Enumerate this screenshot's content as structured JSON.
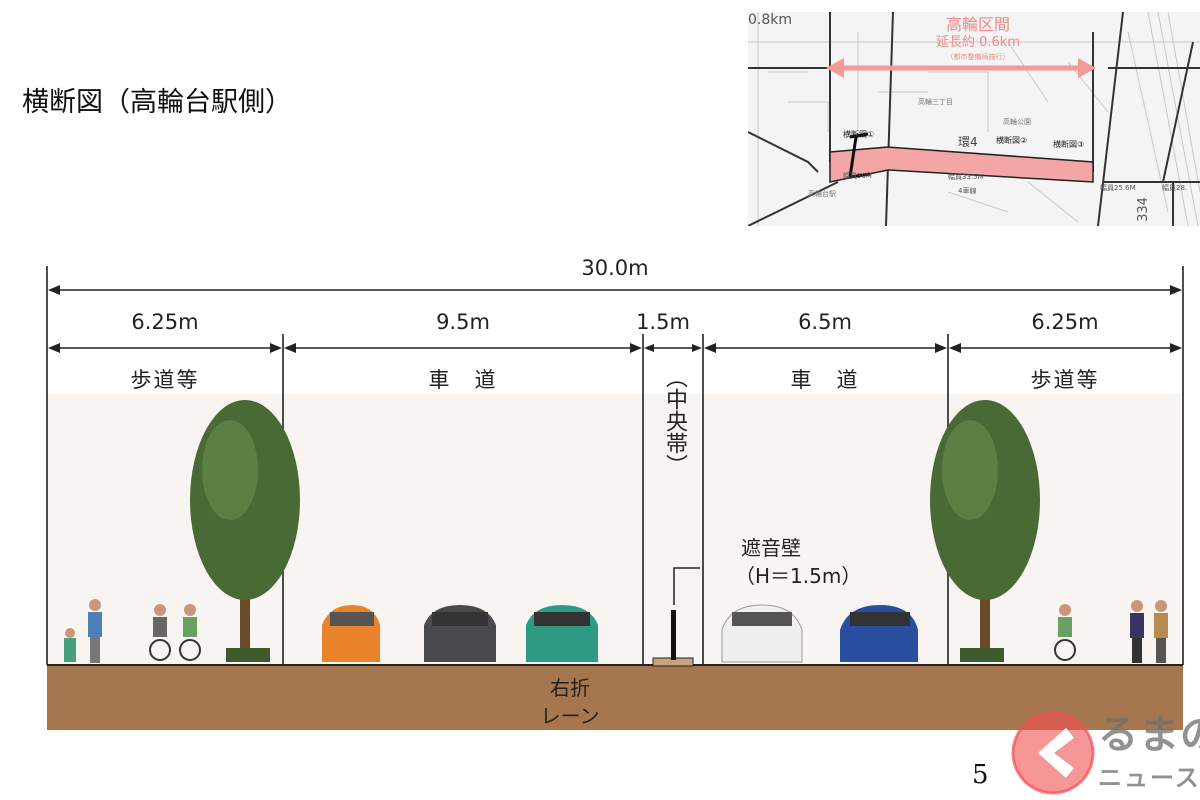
{
  "title": "横断図（高輪台駅側）",
  "map": {
    "section_name": "高輪区間",
    "length": "延長約 0.6km",
    "note": "（都市整備局施行）",
    "top_left_km": "0.8km",
    "route": "環4",
    "cross_sections": [
      "横断図①",
      "横断図②",
      "横断図③"
    ],
    "widths": [
      "幅員30M",
      "幅員33.5M",
      "幅員25.6M",
      "幅員28."
    ],
    "lanes": "4車線",
    "area_names": [
      "高輪三丁目",
      "高輪公園",
      "高輪台駅"
    ],
    "road_number": "334"
  },
  "diagram": {
    "total_width": "30.0m",
    "segments": [
      {
        "width": "6.25m",
        "label": "歩道等"
      },
      {
        "width": "9.5m",
        "label": "車　道"
      },
      {
        "width": "1.5m",
        "label": "（中央帯）"
      },
      {
        "width": "6.5m",
        "label": "車　道"
      },
      {
        "width": "6.25m",
        "label": "歩道等"
      }
    ],
    "wall_label": "遮音壁",
    "wall_height": "（H＝1.5m）",
    "turn_lane_1": "右折",
    "turn_lane_2": "レーン",
    "colors": {
      "ground": "#a6774f",
      "background": "#f8f4f2",
      "tree": "#4a6a35",
      "arrow": "#f4a0a0",
      "road": "#f4a5a5"
    }
  },
  "page_number": "5",
  "logo": {
    "line1": "るまの",
    "line2": "ニュース"
  }
}
